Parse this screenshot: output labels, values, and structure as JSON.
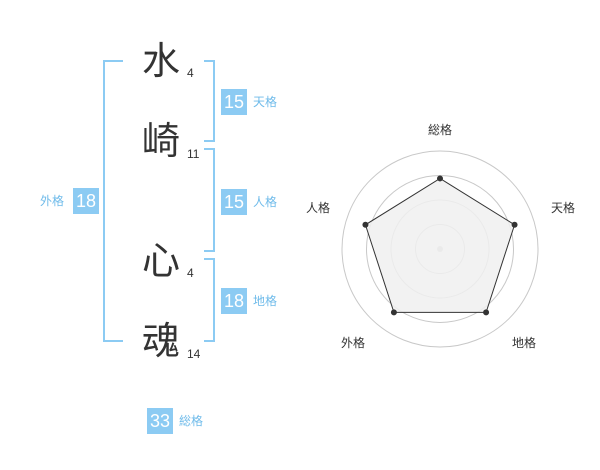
{
  "name": [
    {
      "char": "水",
      "strokes": "4"
    },
    {
      "char": "崎",
      "strokes": "11"
    },
    {
      "char": "心",
      "strokes": "4"
    },
    {
      "char": "魂",
      "strokes": "14"
    }
  ],
  "fortunes": {
    "tenkaku": {
      "value": "15",
      "label": "天格"
    },
    "jinkaku": {
      "value": "15",
      "label": "人格"
    },
    "chikaku": {
      "value": "18",
      "label": "地格"
    },
    "gaikaku": {
      "value": "18",
      "label": "外格"
    },
    "soukaku": {
      "value": "33",
      "label": "総格"
    }
  },
  "radar": {
    "labels": [
      "総格",
      "天格",
      "地格",
      "外格",
      "人格"
    ],
    "levels": [
      0.72,
      0.8,
      0.8,
      0.8,
      0.8
    ],
    "max_level": 1,
    "rings": 4,
    "fill_color": "#f0f0f0",
    "ring_color": "#c8c8c8",
    "line_color": "#333333"
  }
}
